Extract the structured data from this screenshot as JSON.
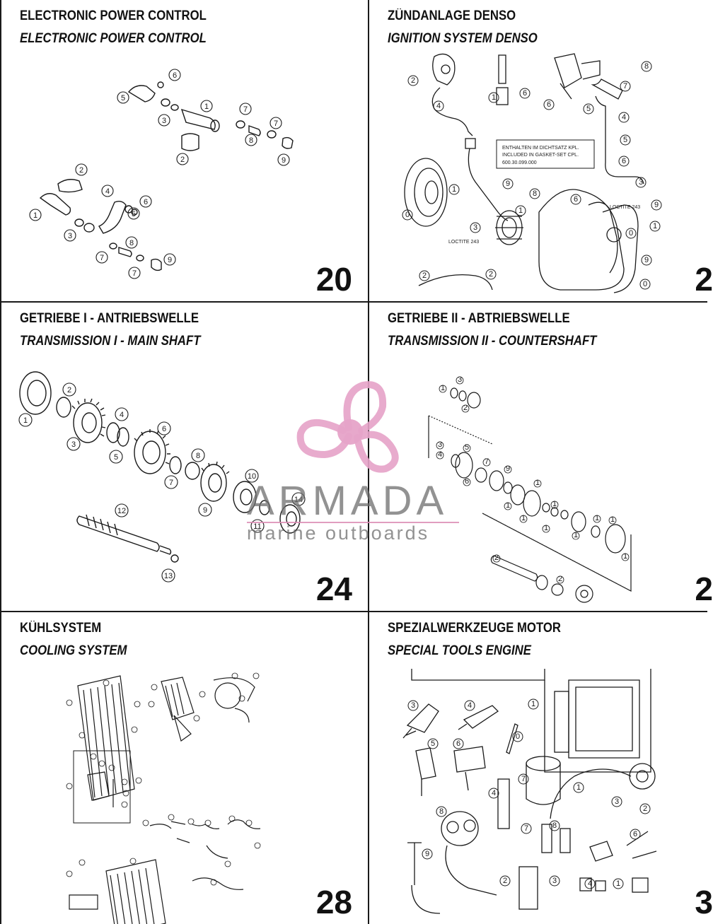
{
  "panels": [
    {
      "title_de": "ELECTRONIC POWER CONTROL",
      "title_en": "ELECTRONIC POWER CONTROL",
      "page": "20"
    },
    {
      "title_de": "ZÜNDANLAGE DENSO",
      "title_en": "IGNITION SYSTEM DENSO",
      "page": "2"
    },
    {
      "title_de": "GETRIEBE I - ANTRIEBSWELLE",
      "title_en": "TRANSMISSION I - MAIN SHAFT",
      "page": "24"
    },
    {
      "title_de": "GETRIEBE II - ABTRIEBSWELLE",
      "title_en": "TRANSMISSION II - COUNTERSHAFT",
      "page": "2"
    },
    {
      "title_de": "KÜHLSYSTEM",
      "title_en": "COOLING SYSTEM",
      "page": "28"
    },
    {
      "title_de": "SPEZIALWERKZEUGE MOTOR",
      "title_en": "SPECIAL TOOLS ENGINE",
      "page": "3"
    }
  ],
  "ignition_note": {
    "line1": "ENTHALTEN IM DICHTSATZ KPL.",
    "line2": "INCLUDED IN GASKET-SET CPL.",
    "line3": "600.30.099.000",
    "loctite": "LOCTITE 243"
  },
  "watermark": {
    "name": "ARMADA",
    "subtitle": "marine outboards",
    "color_pink": "#e6a3c8",
    "color_gray": "#6e6e6e"
  },
  "colors": {
    "line": "#1a1a1a",
    "background": "#ffffff"
  }
}
